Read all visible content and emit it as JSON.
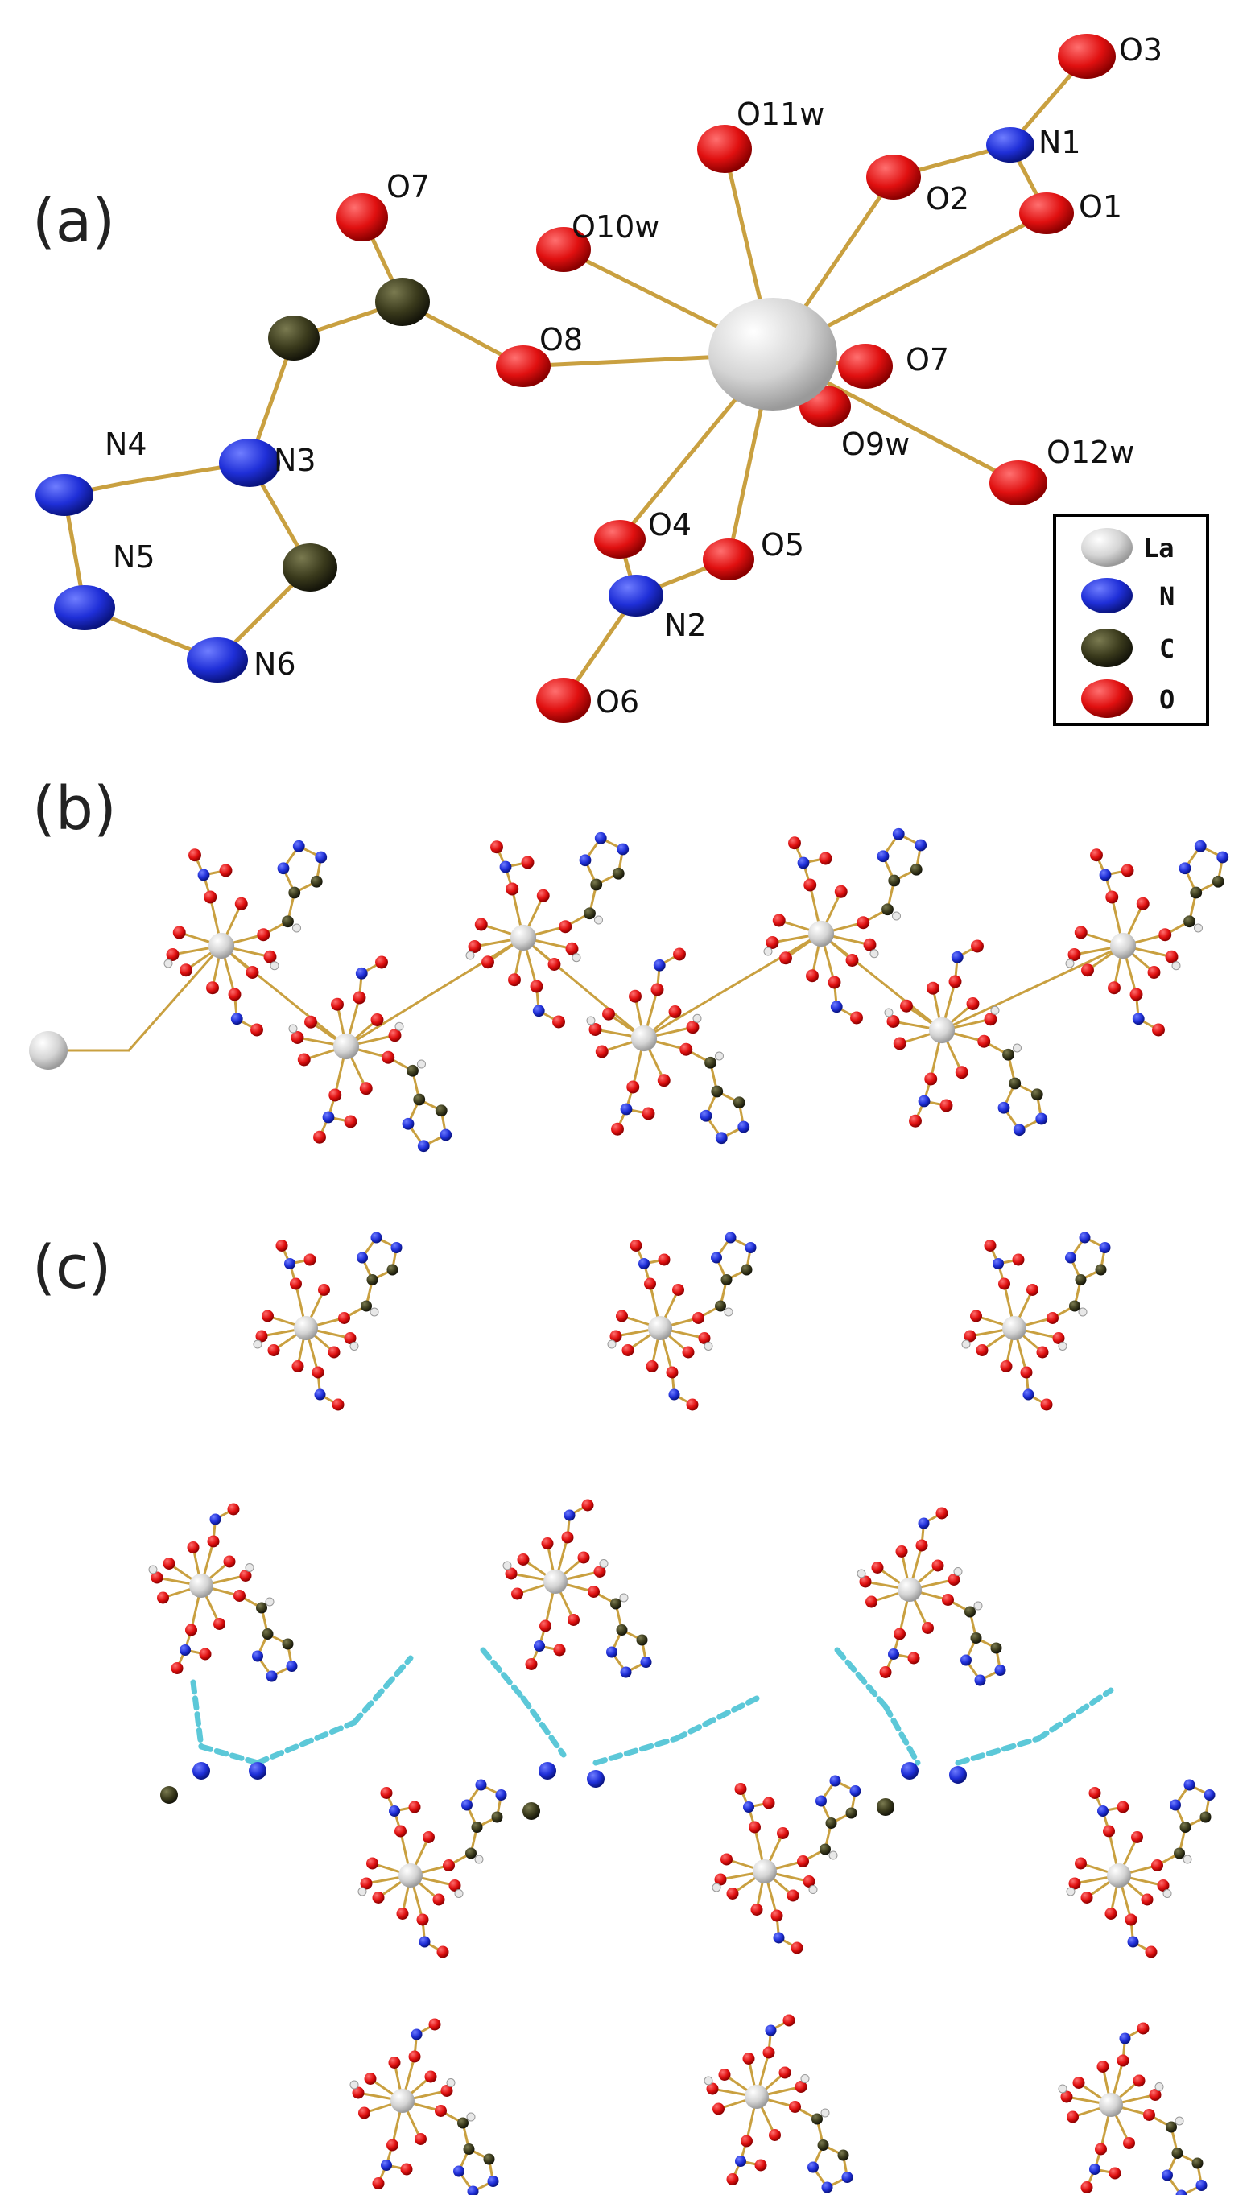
{
  "panels": {
    "a": {
      "label": "(a)"
    },
    "b": {
      "label": "(b)"
    },
    "c": {
      "label": "(c)"
    }
  },
  "atom_labels": {
    "O3": "O3",
    "O11w": "O11w",
    "N1": "N1",
    "O7_top": "O7",
    "O2": "O2",
    "O1": "O1",
    "O10w": "O10w",
    "O8": "O8",
    "O7_la": "O7",
    "N4": "N4",
    "N3": "N3",
    "O9w": "O9w",
    "O12w": "O12w",
    "O4": "O4",
    "O5": "O5",
    "N5": "N5",
    "N2": "N2",
    "N6": "N6",
    "O6": "O6"
  },
  "legend": {
    "items": [
      {
        "symbol": "La",
        "color": "#d9d9d9"
      },
      {
        "symbol": "N",
        "color": "#1f2fd8"
      },
      {
        "symbol": "C",
        "color": "#3a3a1c"
      },
      {
        "symbol": "O",
        "color": "#e01010"
      }
    ]
  },
  "colors": {
    "La": "#d9d9d9",
    "N": "#1f2fd8",
    "C": "#3a3a1c",
    "O": "#e01010",
    "bond": "#c9a040",
    "hbond": "#5cc8d8"
  }
}
